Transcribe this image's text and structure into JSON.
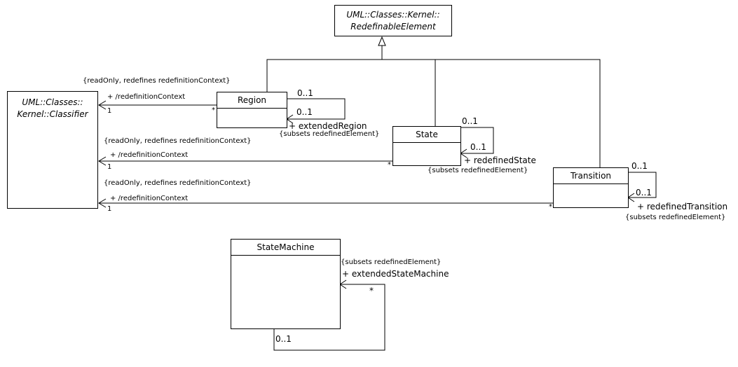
{
  "classes": {
    "redefinable_element": {
      "line1": "UML::Classes::Kernel::",
      "line2": "RedefinableElement"
    },
    "classifier": {
      "line1": "UML::Classes::",
      "line2": "Kernel::Classifier"
    },
    "region": {
      "name": "Region"
    },
    "state": {
      "name": "State"
    },
    "transition": {
      "name": "Transition"
    },
    "state_machine": {
      "name": "StateMachine"
    }
  },
  "associations": {
    "region_context": {
      "constraint": "{readOnly, redefines redefinitionContext}",
      "role": "+ /redefinitionContext",
      "mult_context": "1",
      "mult_owner": "*"
    },
    "state_context": {
      "constraint": "{readOnly, redefines redefinitionContext}",
      "role": "+ /redefinitionContext",
      "mult_context": "1",
      "mult_owner": "*"
    },
    "transition_context": {
      "constraint": "{readOnly, redefines redefinitionContext}",
      "role": "+ /redefinitionContext",
      "mult_context": "1",
      "mult_owner": "*"
    }
  },
  "self_associations": {
    "region": {
      "mult_top": "0..1",
      "mult_bottom": "0..1",
      "role": "+ extendedRegion",
      "constraint": "{subsets redefinedElement}"
    },
    "state": {
      "mult_top": "0..1",
      "mult_bottom": "0..1",
      "role": "+ redefinedState",
      "constraint": "{subsets redefinedElement}"
    },
    "transition": {
      "mult_top": "0..1",
      "mult_bottom": "0..1",
      "role": "+ redefinedTransition",
      "constraint": "{subsets redefinedElement}"
    },
    "state_machine": {
      "constraint": "{subsets redefinedElement}",
      "role": "+ extendedStateMachine",
      "mult_target": "*",
      "mult_source": "0..1"
    }
  }
}
